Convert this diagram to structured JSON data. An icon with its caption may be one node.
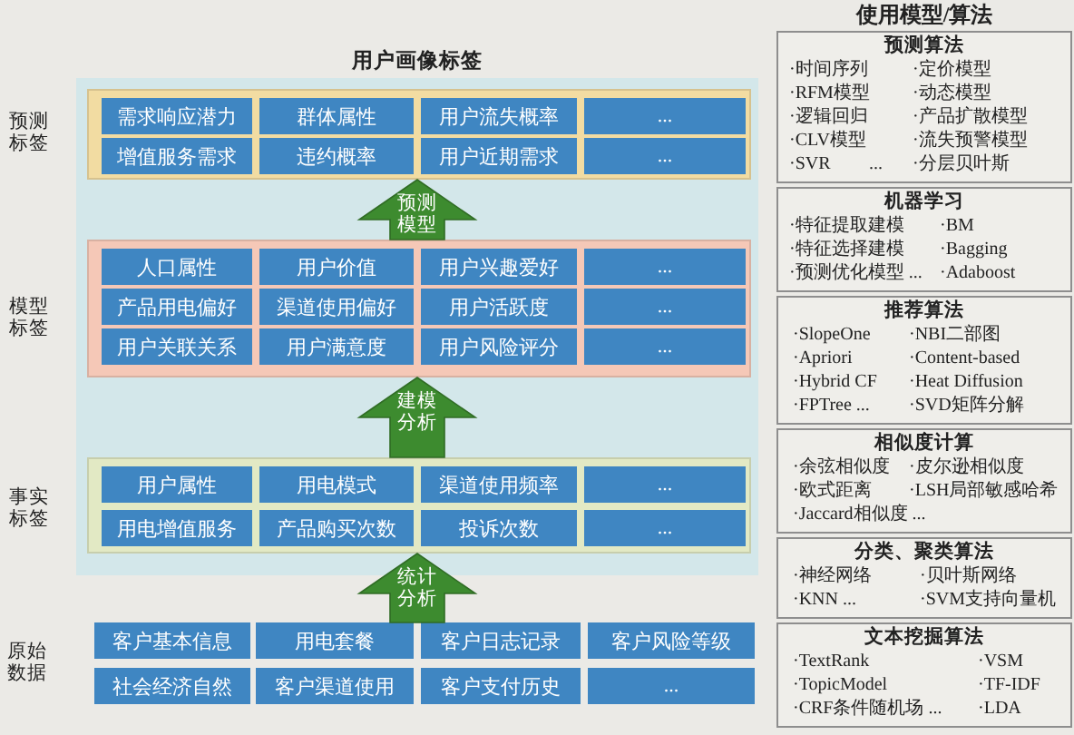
{
  "diagram": {
    "nodes": [
      {
        "text": [
          "用户画像标签"
        ]
      },
      {
        "text": [],
        "shape": "box",
        "in": 0,
        "beside": [
          "预测标签"
        ]
      },
      {
        "text": [
          "需求响应潜力"
        ],
        "in": 1
      },
      {
        "text": [
          "群体属性"
        ],
        "in": 1
      },
      {
        "text": [
          "用户流失概率"
        ],
        "in": 1
      },
      {
        "text": [
          "..."
        ],
        "in": 1
      },
      {
        "text": [
          "增值服务需求"
        ],
        "in": 1
      },
      {
        "text": [
          "违约概率"
        ],
        "in": 1
      },
      {
        "text": [
          "用户近期需求"
        ],
        "in": 1
      },
      {
        "text": [
          "..."
        ],
        "in": 1
      },
      {
        "text": [],
        "shape": "box",
        "in": 0,
        "beside": [
          "模型标签"
        ]
      },
      {
        "text": [
          "人口属性"
        ],
        "in": 10
      },
      {
        "text": [
          "用户价值"
        ],
        "in": 10
      },
      {
        "text": [
          "用户兴趣爱好"
        ],
        "in": 10
      },
      {
        "text": [
          "..."
        ],
        "in": 10
      },
      {
        "text": [
          "产品用电偏好"
        ],
        "in": 10
      },
      {
        "text": [
          "渠道使用偏好"
        ],
        "in": 10
      },
      {
        "text": [
          "用户活跃度"
        ],
        "in": 10
      },
      {
        "text": [
          "..."
        ],
        "in": 10
      },
      {
        "text": [
          "用户关联关系"
        ],
        "in": 10
      },
      {
        "text": [
          "用户满意度"
        ],
        "in": 10
      },
      {
        "text": [
          "用户风险评分"
        ],
        "in": 10
      },
      {
        "text": [
          "..."
        ],
        "in": 10
      },
      {
        "text": [],
        "shape": "box",
        "in": 0,
        "beside": [
          "事实标签"
        ]
      },
      {
        "text": [
          "用户属性"
        ],
        "in": 23
      },
      {
        "text": [
          "用电模式"
        ],
        "in": 23
      },
      {
        "text": [
          "渠道使用频率"
        ],
        "in": 23
      },
      {
        "text": [
          "..."
        ],
        "in": 23
      },
      {
        "text": [
          "用电增值服务"
        ],
        "in": 23
      },
      {
        "text": [
          "产品购买次数"
        ],
        "in": 23
      },
      {
        "text": [
          "投诉次数"
        ],
        "in": 23
      },
      {
        "text": [
          "..."
        ],
        "in": 23
      },
      {
        "text": [
          "原始数据"
        ]
      },
      {
        "text": [
          "客户基本信息"
        ],
        "in": 32
      },
      {
        "text": [
          "用电套餐"
        ],
        "in": 32
      },
      {
        "text": [
          "客户日志记录"
        ],
        "in": 32
      },
      {
        "text": [
          "客户风险等级"
        ],
        "in": 32
      },
      {
        "text": [
          "社会经济自然"
        ],
        "in": 32
      },
      {
        "text": [
          "客户渠道使用"
        ],
        "in": 32
      },
      {
        "text": [
          "客户支付历史"
        ],
        "in": 32
      },
      {
        "text": [
          "..."
        ],
        "in": 32
      },
      {
        "text": [
          "使用模型/算法"
        ]
      },
      {
        "text": [
          "预测算法",
          "·时间序列",
          "·定价模型",
          "·RFM模型",
          "·动态模型",
          "·逻辑回归",
          "·产品扩散模型",
          "·CLV模型",
          "·流失预警模型",
          "·SVR",
          "...",
          "·分层贝叶斯"
        ],
        "in": 41
      },
      {
        "text": [
          "机器学习",
          "·特征提取建模",
          "·BM",
          "·特征选择建模",
          "·Bagging",
          "·预测优化模型 ...",
          "·Adaboost"
        ],
        "in": 41
      },
      {
        "text": [
          "推荐算法",
          "·SlopeOne",
          "·NBI二部图",
          "·Apriori",
          "·Content-based",
          "·Hybrid CF",
          "·Heat Diffusion",
          "·FPTree ...",
          "·SVD矩阵分解"
        ],
        "in": 41
      },
      {
        "text": [
          "相似度计算",
          "·余弦相似度",
          "·皮尔逊相似度",
          "·欧式距离",
          "·LSH局部敏感哈希",
          "·Jaccard相似度 ..."
        ],
        "in": 41
      },
      {
        "text": [
          "分类、聚类算法",
          "·神经网络",
          "·贝叶斯网络",
          "·KNN ...",
          "·SVM支持向量机"
        ],
        "in": 41
      },
      {
        "text": [
          "文本挖掘算法",
          "·TextRank",
          "·VSM",
          "·TopicModel",
          "·TF-IDF",
          "·CRF条件随机场 ...",
          "·LDA"
        ],
        "in": 41
      }
    ],
    "edges": [
      {
        "from": 32,
        "to": 23,
        "arrow": "to",
        "label": "统计分析",
        "style": "thick",
        "color": "#3d8b2f"
      },
      {
        "from": 23,
        "to": 10,
        "arrow": "to",
        "label": "建模分析",
        "style": "thick",
        "color": "#3d8b2f"
      },
      {
        "from": 10,
        "to": 1,
        "arrow": "to",
        "label": "预测模型",
        "style": "thick",
        "color": "#3d8b2f"
      }
    ]
  }
}
